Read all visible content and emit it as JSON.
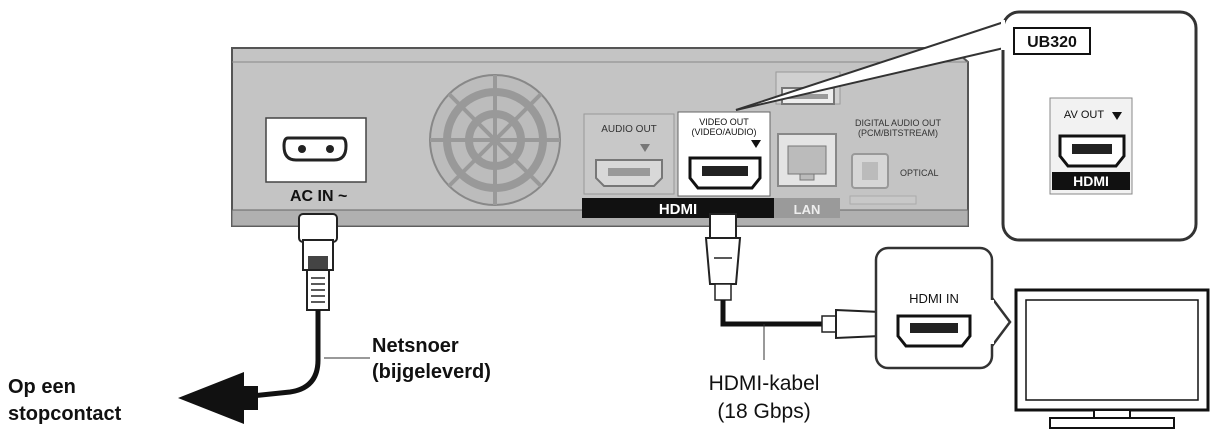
{
  "model_label": "UB320",
  "player": {
    "ac_in": "AC IN ~",
    "audio_out": "AUDIO OUT",
    "video_out_line1": "VIDEO OUT",
    "video_out_line2": "(VIDEO/AUDIO)",
    "hdmi_bar": "HDMI",
    "lan_bar": "LAN",
    "digital_audio_line1": "DIGITAL AUDIO OUT",
    "digital_audio_line2": "(PCM/BITSTREAM)",
    "optical": "OPTICAL"
  },
  "inset": {
    "av_out": "AV OUT",
    "hdmi_logo": "HDMI"
  },
  "tv": {
    "hdmi_in": "HDMI IN"
  },
  "labels": {
    "power_cord_line1": "Netsnoer",
    "power_cord_line2": "(bijgeleverd)",
    "outlet_line1": "Op een",
    "outlet_line2": "stopcontact",
    "hdmi_cable_line1": "HDMI-kabel",
    "hdmi_cable_line2": "(18 Gbps)"
  }
}
